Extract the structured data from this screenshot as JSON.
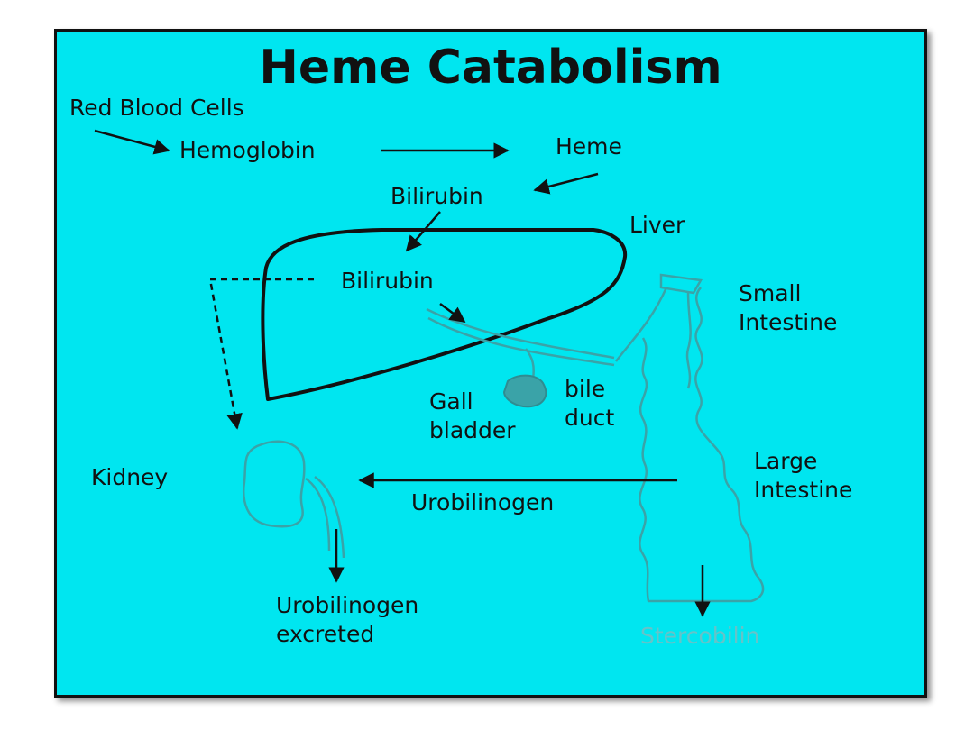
{
  "title": "Heme Catabolism",
  "labels": {
    "rbc": "Red Blood Cells",
    "hemoglobin": "Hemoglobin",
    "heme": "Heme",
    "bilirubin_1": "Bilirubin",
    "liver": "Liver",
    "bilirubin_2": "Bilirubin",
    "small_intestine_1": "Small",
    "small_intestine_2": "Intestine",
    "gall_1": "Gall",
    "gall_2": "bladder",
    "bile_1": "bile",
    "bile_2": "duct",
    "kidney": "Kidney",
    "large_intestine_1": "Large",
    "large_intestine_2": "Intestine",
    "urobilinogen": "Urobilinogen",
    "excreted_1": "Urobilinogen",
    "excreted_2": "excreted",
    "stercobilin": "Stercobilin"
  },
  "colors": {
    "background": "#00e6f0",
    "outline": "#111111",
    "organ_teal": "#3aa3a8",
    "stercobilin_text": "#66c3c8"
  }
}
